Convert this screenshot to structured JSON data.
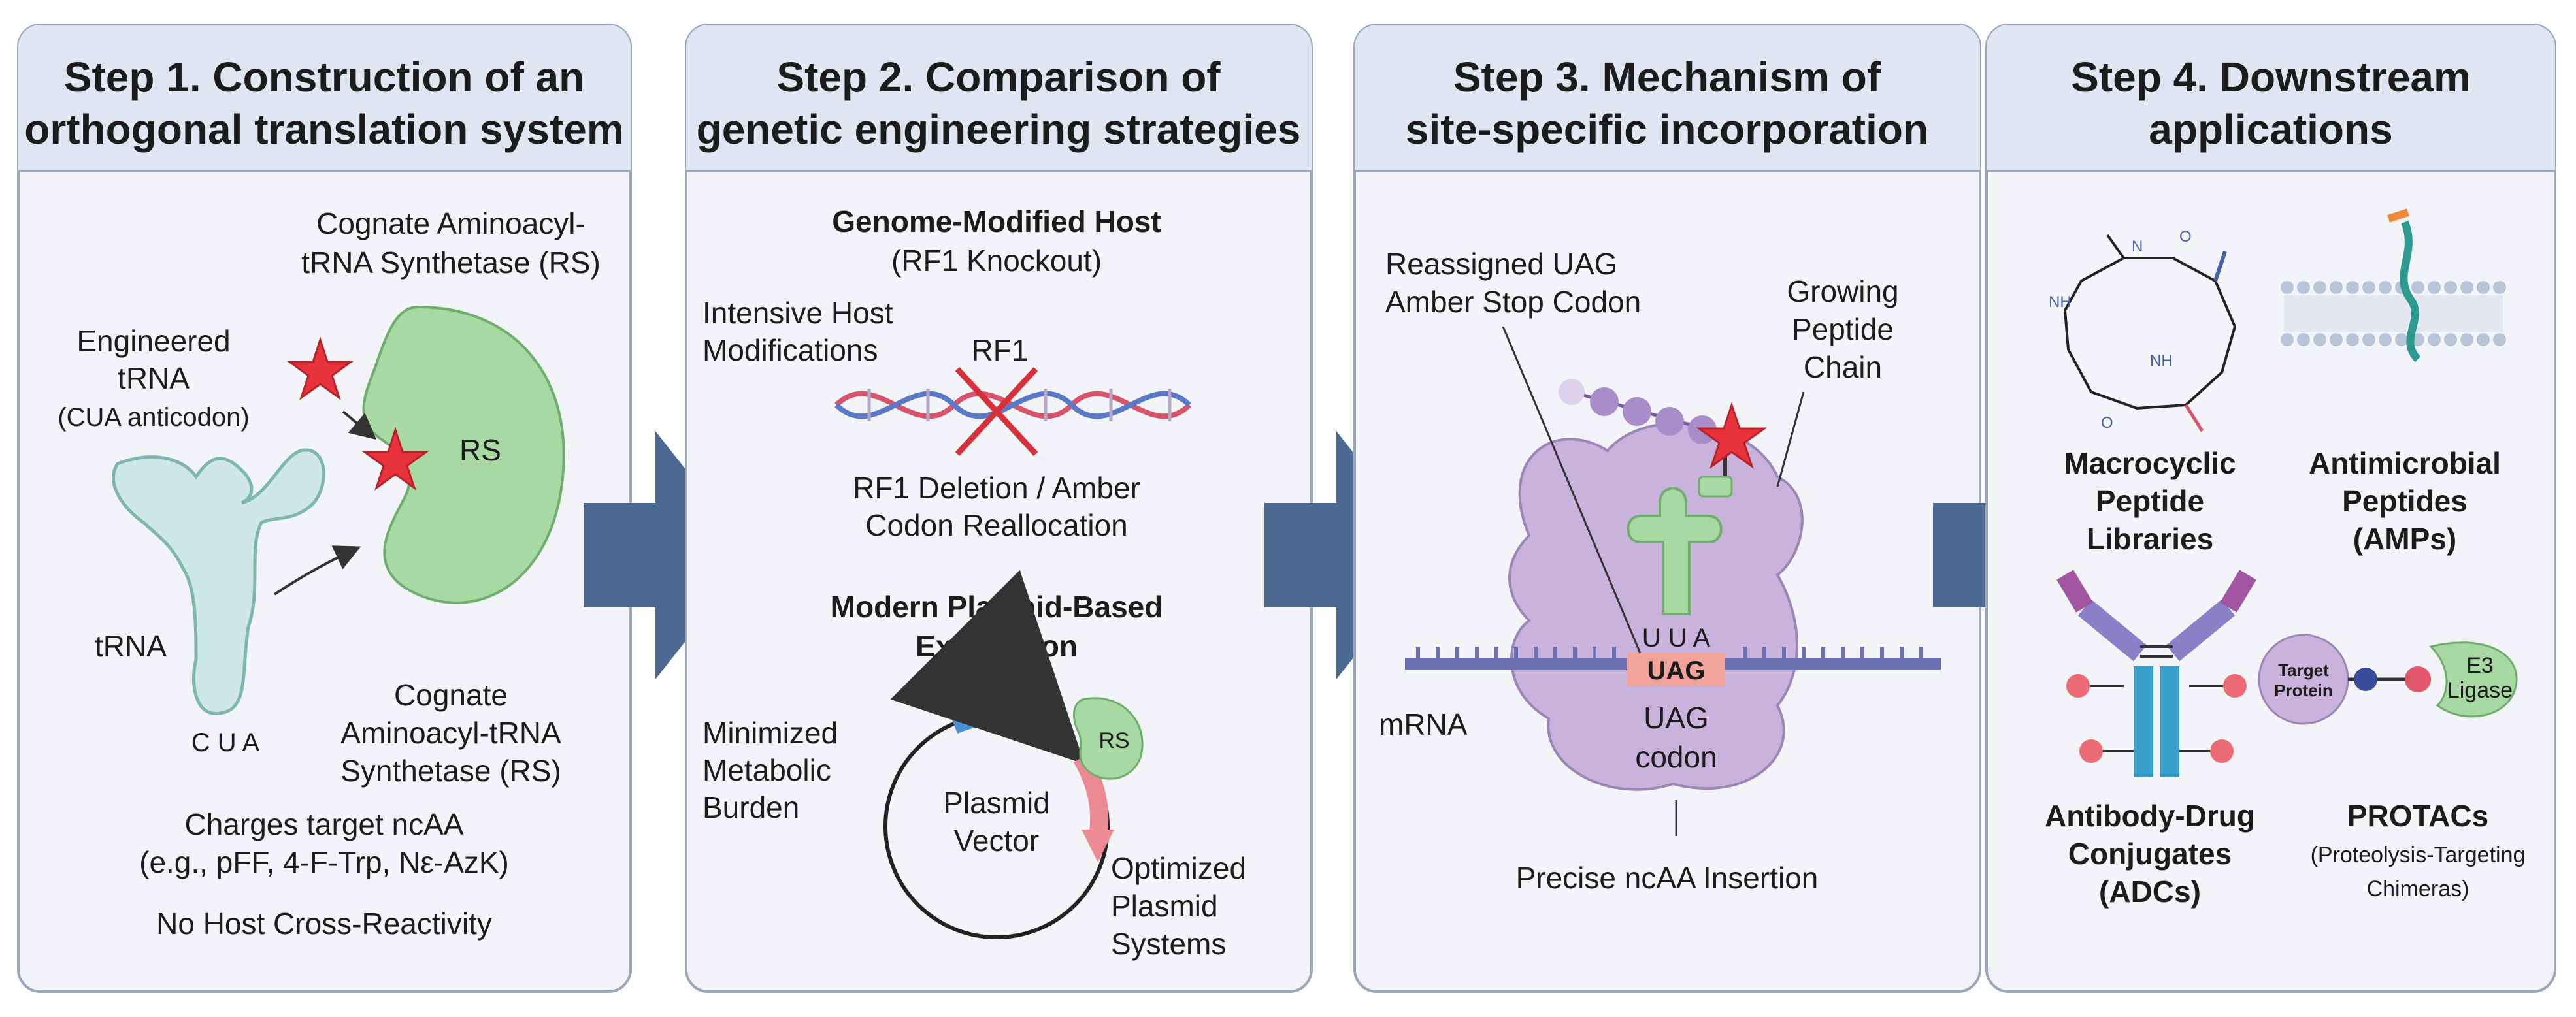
{
  "steps": [
    {
      "title_line1": "Step 1. Construction of an",
      "title_line2": "orthogonal translation system",
      "rs_top_line1": "Cognate Aminoacyl-",
      "rs_top_line2": "tRNA Synthetase (RS)",
      "engineered_line1": "Engineered",
      "engineered_line2": "tRNA",
      "anticodon": "(CUA anticodon)",
      "rs_label": "RS",
      "trna_label": "tRNA",
      "trna_anticodon": "C U A",
      "rs_bottom_line1": "Cognate",
      "rs_bottom_line2": "Aminoacyl-tRNA",
      "rs_bottom_line3": "Synthetase (RS)",
      "charges_line1": "Charges target ncAA",
      "charges_line2": "(e.g., pFF, 4-F-Trp, Nε-AzK)",
      "no_cross": "No Host Cross-Reactivity"
    },
    {
      "title_line1": "Step 2. Comparison of",
      "title_line2": "genetic engineering strategies",
      "genome_heading": "Genome-Modified Host",
      "genome_sub": "(RF1 Knockout)",
      "intensive_line1": "Intensive Host",
      "intensive_line2": "Modifications",
      "rf1": "RF1",
      "deletion_line1": "RF1 Deletion / Amber",
      "deletion_line2": "Codon Reallocation",
      "plasmid_heading_line1": "Modern Plasmid-Based",
      "plasmid_heading_line2": "Expression",
      "burden_line1": "Minimized",
      "burden_line2": "Metabolic",
      "burden_line3": "Burden",
      "vector_line1": "Plasmid",
      "vector_line2": "Vector",
      "rs_small": "RS",
      "optimized_line1": "Optimized",
      "optimized_line2": "Plasmid",
      "optimized_line3": "Systems"
    },
    {
      "title_line1": "Step 3. Mechanism of",
      "title_line2": "site-specific incorporation",
      "reassigned_line1": "Reassigned UAG",
      "reassigned_line2": "Amber Stop Codon",
      "growing_line1": "Growing",
      "growing_line2": "Peptide",
      "growing_line3": "Chain",
      "anticodon": "U U A",
      "codon_box": "UAG",
      "mrna": "mRNA",
      "codon_line1": "UAG",
      "codon_line2": "codon",
      "insertion": "Precise ncAA Insertion"
    },
    {
      "title_line1": "Step 4. Downstream",
      "title_line2": "applications",
      "macro_line1": "Macrocyclic",
      "macro_line2": "Peptide",
      "macro_line3": "Libraries",
      "amp_line1": "Antimicrobial",
      "amp_line2": "Peptides",
      "amp_line3": "(AMPs)",
      "adc_line1": "Antibody-Drug",
      "adc_line2": "Conjugates",
      "adc_line3": "(ADCs)",
      "protac_line1": "PROTACs",
      "protac_line2": "(Proteolysis-Targeting",
      "protac_line3": "Chimeras)",
      "target_line1": "Target",
      "target_line2": "Protein",
      "e3_line1": "E3",
      "e3_line2": "Ligase",
      "chem_nh": "NH",
      "chem_n": "N",
      "chem_o": "O"
    }
  ],
  "colors": {
    "panel_bg": "#f2f4f8",
    "header_bg": "#dfe6f1",
    "panel_border": "#9aa7bd",
    "arrow": "#4b6a93",
    "green": "#a8d9a3",
    "green_stroke": "#6fae6c",
    "star": "#e8333d",
    "ribosome": "#c9b3dd",
    "mrna": "#6d6fb5",
    "codon_highlight": "#f2a49a"
  }
}
